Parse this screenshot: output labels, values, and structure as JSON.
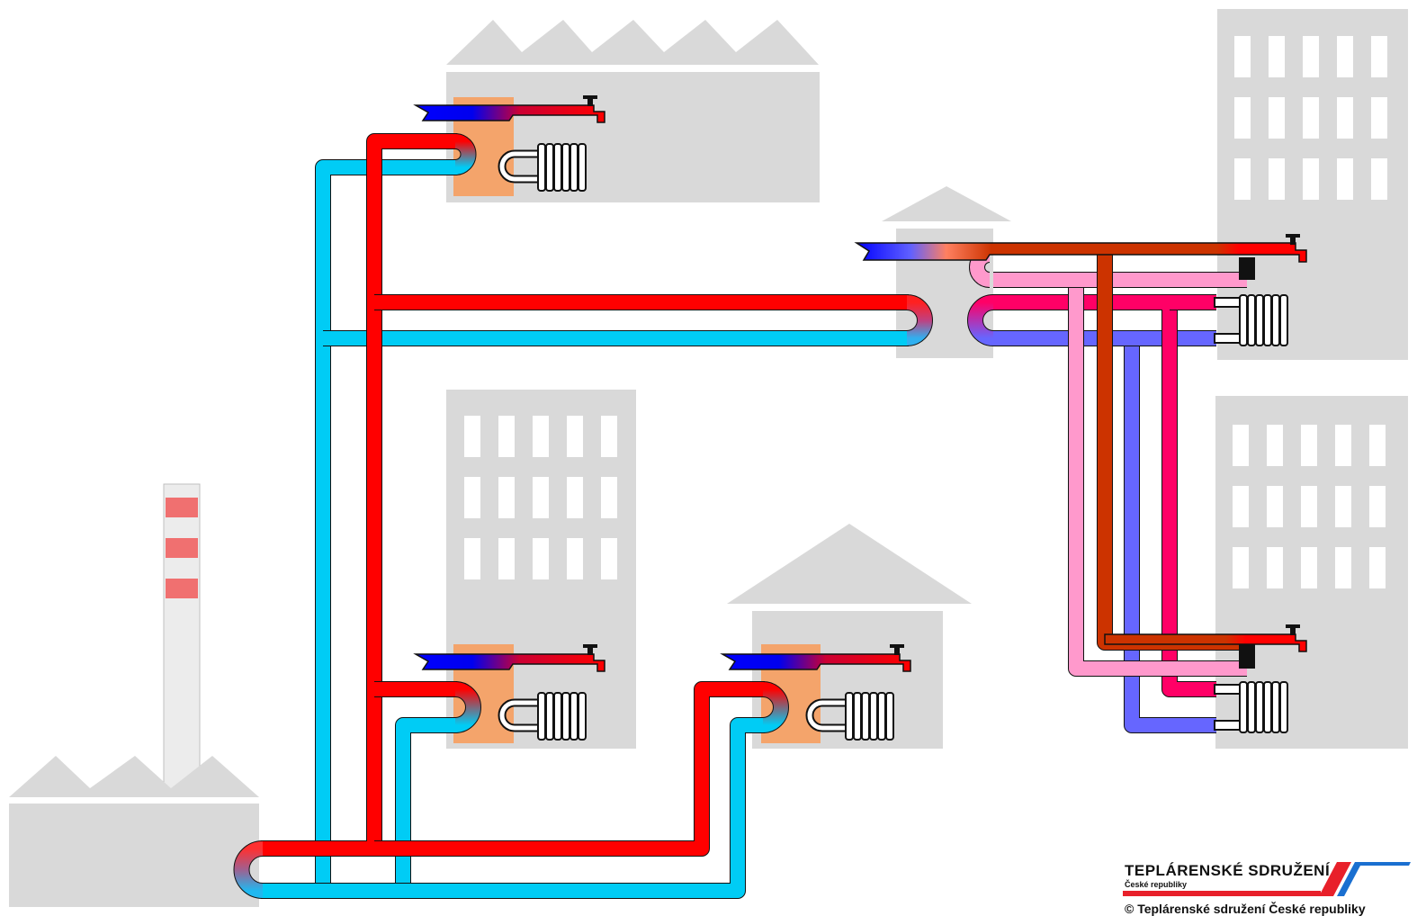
{
  "logo": {
    "title": "TEPLÁRENSKÉ SDRUŽENÍ",
    "subtitle": "České republiky",
    "copyright": "© Teplárenské sdružení České republiky",
    "stripe_red": "#e8202a",
    "stripe_blue": "#1a6fd0"
  },
  "colors": {
    "supply_hot": "#ff0000",
    "return_cold": "#00ccf5",
    "secondary_hot": "#ff0066",
    "secondary_cold": "#6666ff",
    "hot_water": "#cc3300",
    "hot_water_return": "#ff99cc",
    "building": "#d9d9d9",
    "exchanger": "#f4a46b",
    "chimney_stripe": "#f07070"
  },
  "icons": [
    "factory-icon",
    "chimney-icon",
    "building-icon",
    "house-icon",
    "heat-exchanger-icon",
    "radiator-icon",
    "tap-icon"
  ]
}
